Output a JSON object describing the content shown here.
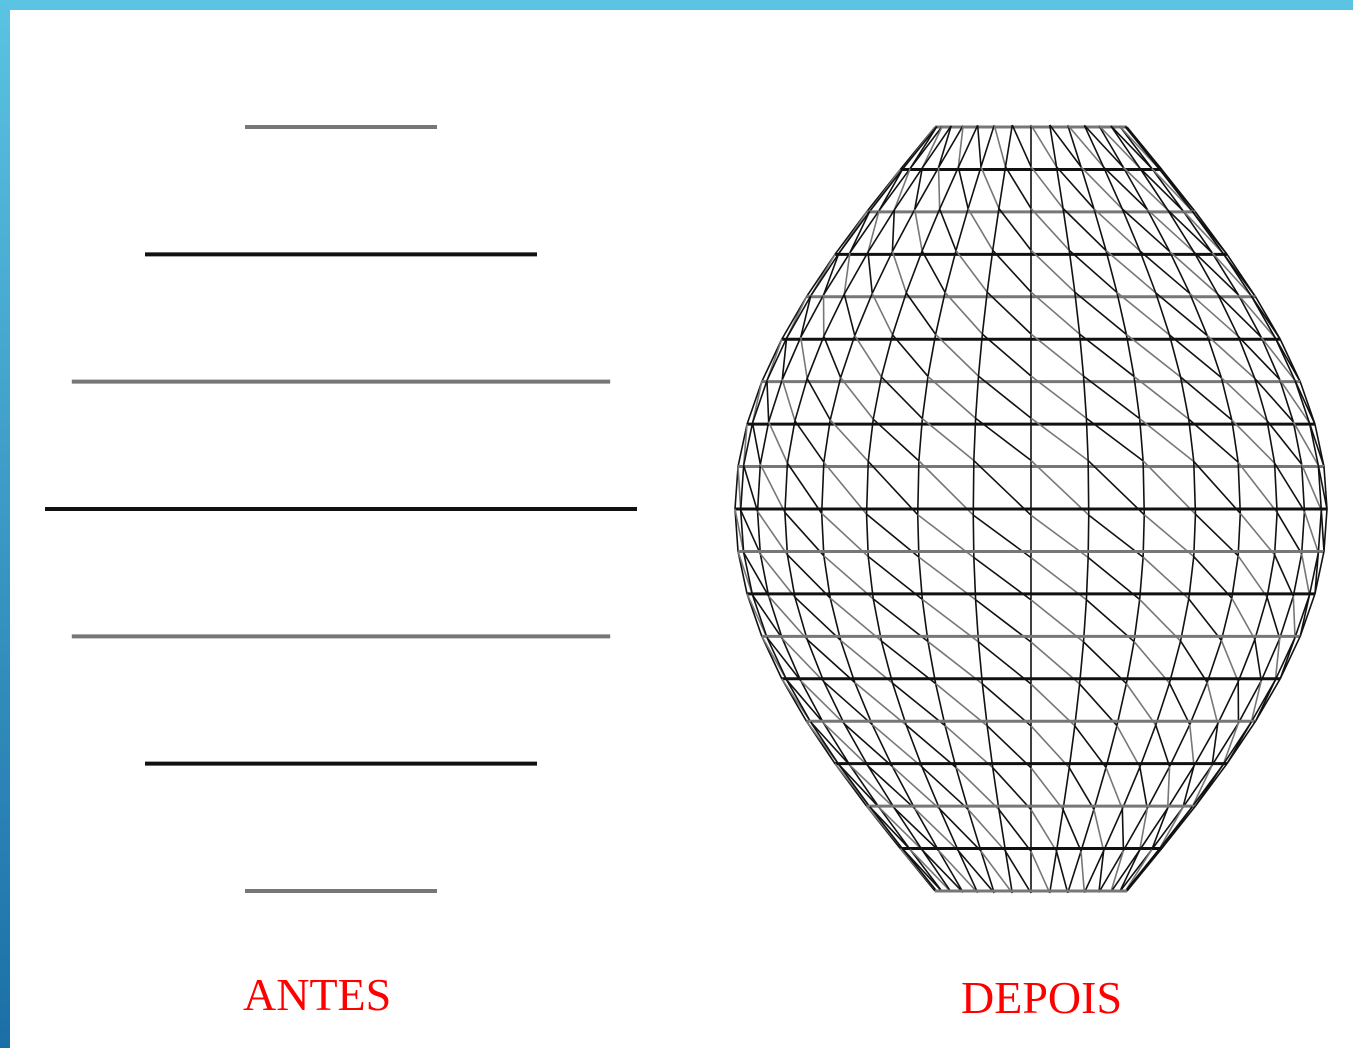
{
  "colors": {
    "accent_light": "#5bc3e3",
    "accent_dark": "#1b6fa6",
    "caption": "#ff0000",
    "line_dark": "#111111",
    "line_grey": "#777777"
  },
  "labels": {
    "before": "ANTES",
    "after": "DEPOIS"
  },
  "profile_rings": 7,
  "mesh": {
    "rings": 19,
    "segments": 16
  }
}
